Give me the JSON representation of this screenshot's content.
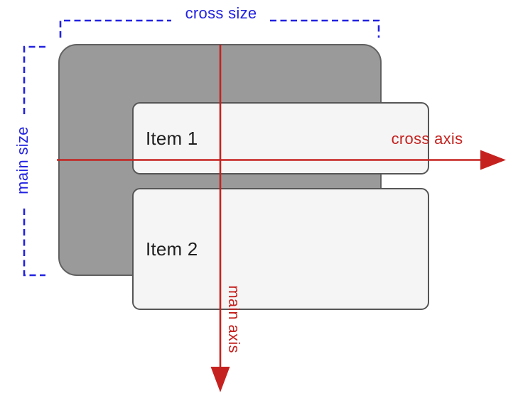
{
  "flex_container": {
    "items": [
      {
        "label": "Item 1"
      },
      {
        "label": "Item 2"
      }
    ]
  },
  "annotations": {
    "cross_size": "cross size",
    "main_size": "main size",
    "cross_axis": "cross axis",
    "main_axis": "main axis"
  },
  "colors": {
    "background": "#ffffff",
    "annotation_blue": "#2222e1",
    "annotation_red": "#c5221f",
    "container_fill": "#9a9a9a",
    "container_border": "#616161",
    "item_fill": "#f5f5f5",
    "item_border": "#565656",
    "item_text": "#1f1f1f"
  }
}
